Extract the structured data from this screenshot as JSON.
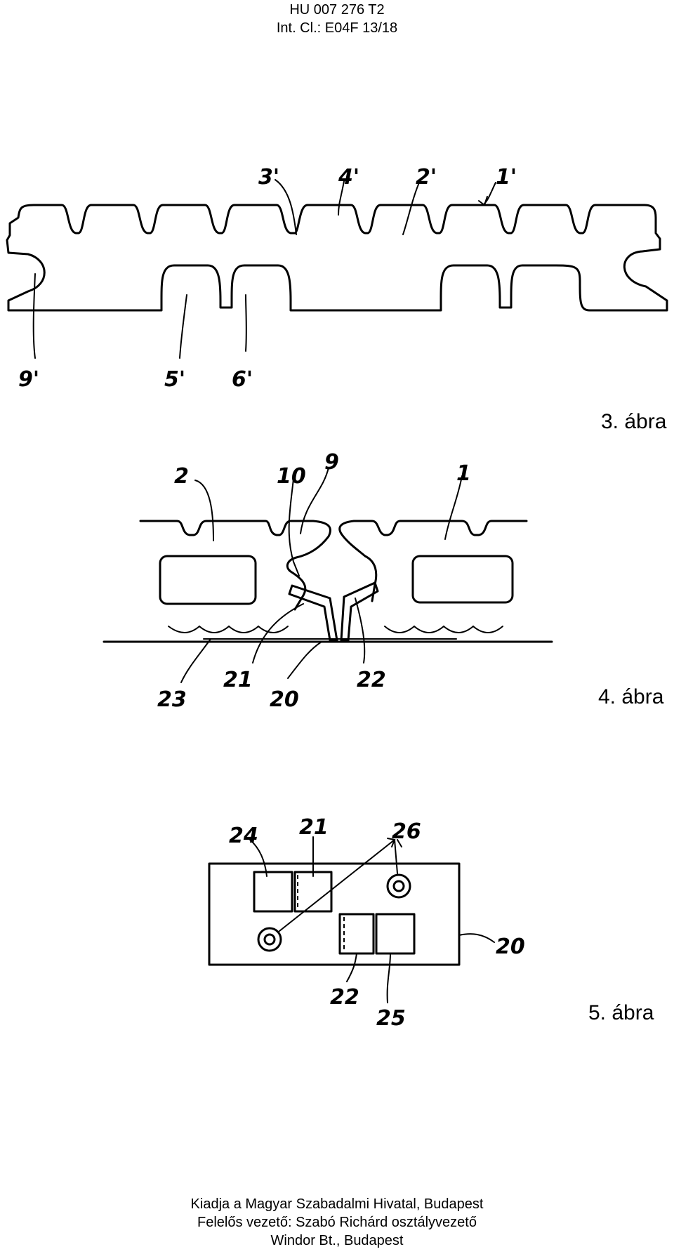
{
  "header": {
    "doc_number": "HU 007 276 T2",
    "classification": "Int. Cl.: E04F 13/18"
  },
  "figures": [
    {
      "caption": "3. ábra",
      "refs": {
        "r3": "3'",
        "r4": "4'",
        "r2": "2'",
        "r1": "1'",
        "r9": "9'",
        "r5": "5'",
        "r6": "6'"
      }
    },
    {
      "caption": "4. ábra",
      "refs": {
        "r2": "2",
        "r10": "10",
        "r9": "9",
        "r1": "1",
        "r23": "23",
        "r21": "21",
        "r20": "20",
        "r22": "22"
      }
    },
    {
      "caption": "5. ábra",
      "refs": {
        "r24": "24",
        "r21": "21",
        "r26": "26",
        "r20": "20",
        "r22": "22",
        "r25": "25"
      }
    }
  ],
  "footer": {
    "line1": "Kiadja a Magyar Szabadalmi Hivatal, Budapest",
    "line2": "Felelős vezető: Szabó Richárd osztályvezető",
    "line3": "Windor Bt., Budapest"
  }
}
